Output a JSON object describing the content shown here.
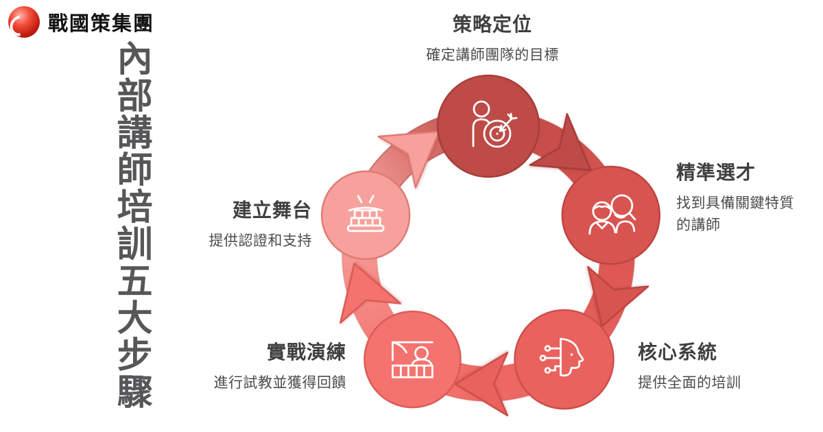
{
  "brand": {
    "name": "戰國策集團",
    "icon": "red-sphere-icon"
  },
  "main_title": "內部講師培訓五大步驟",
  "cycle": {
    "type": "cycle-diagram",
    "direction": "clockwise",
    "steps": [
      {
        "num": 1,
        "title": "策略定位",
        "desc": "確定講師團隊的目標",
        "color": "#BE4B47",
        "stroke": "#A63D3A",
        "icon": "goal-target-person-icon"
      },
      {
        "num": 2,
        "title": "精準選才",
        "desc": "找到具備關鍵特質的講師",
        "color": "#D85450",
        "stroke": "#BD4541",
        "icon": "talent-search-icon"
      },
      {
        "num": 3,
        "title": "核心系統",
        "desc": "提供全面的培訓",
        "color": "#E9625E",
        "stroke": "#CD4F4B",
        "icon": "ai-training-head-icon"
      },
      {
        "num": 4,
        "title": "實戰演練",
        "desc": "進行試教並獲得回饋",
        "color": "#F4736E",
        "stroke": "#DA5B57",
        "icon": "practice-presentation-icon"
      },
      {
        "num": 5,
        "title": "建立舞台",
        "desc": "提供認證和支持",
        "color": "#F7A19C",
        "stroke": "#DF7B76",
        "icon": "stage-spotlight-icon"
      }
    ]
  }
}
